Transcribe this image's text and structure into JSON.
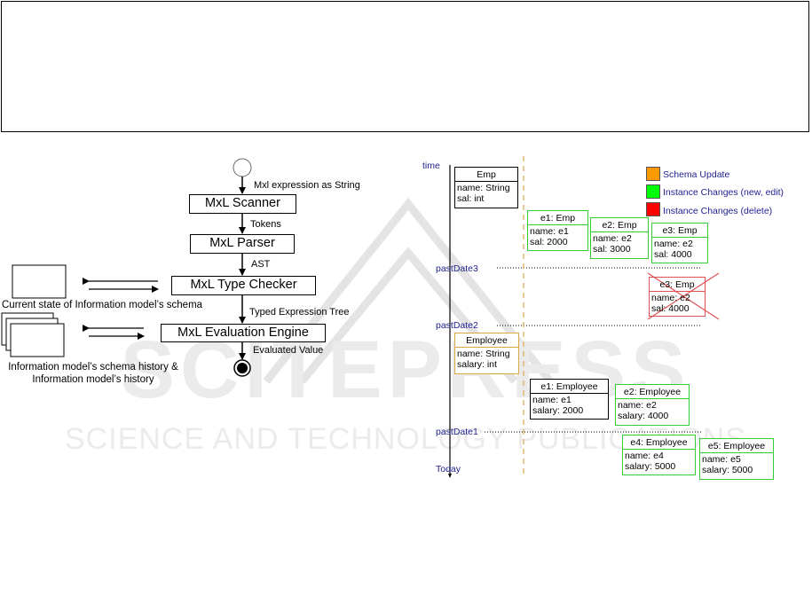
{
  "pipeline": {
    "input_label": "Mxl expression as String",
    "stages": [
      {
        "label": "MxL Scanner",
        "output": "Tokens"
      },
      {
        "label": "MxL Parser",
        "output": "AST"
      },
      {
        "label": "MxL Type Checker",
        "output": "Typed Expression Tree"
      },
      {
        "label": "MxL Evaluation Engine",
        "output": "Evaluated Value"
      }
    ],
    "schema_store_caption": "Current state of Information model’s schema",
    "history_store_caption_line1": "Information model’s schema history &",
    "history_store_caption_line2": "Information model’s history"
  },
  "timeline": {
    "axis_top_label": "time",
    "axis_bottom_label": "Today",
    "markers": [
      "pastDate3",
      "pastDate2",
      "pastDate1"
    ]
  },
  "legend": [
    {
      "label": "Schema Update",
      "color": "#ff9900"
    },
    {
      "label": "Instance Changes (new, edit)",
      "color": "#00ff00"
    },
    {
      "label": "Instance Changes (delete)",
      "color": "#ff0000"
    }
  ],
  "colors": {
    "schema": "#d9a845",
    "instance": "#33cc33",
    "deleted": "#e05050",
    "plain": "#000000"
  },
  "objects": {
    "emp_class": {
      "title": "Emp",
      "lines": [
        "name: String",
        "sal: int"
      ]
    },
    "e1_emp": {
      "title": "e1: Emp",
      "lines": [
        "name: e1",
        "sal: 2000"
      ]
    },
    "e2_emp": {
      "title": "e2: Emp",
      "lines": [
        "name: e2",
        "sal: 3000"
      ]
    },
    "e3_emp": {
      "title": "e3: Emp",
      "lines": [
        "name: e2",
        "sal: 4000"
      ]
    },
    "e3_deleted": {
      "title": "e3: Emp",
      "lines": [
        "name: e2",
        "sal: 4000"
      ]
    },
    "employee_class": {
      "title": "Employee",
      "lines": [
        "name: String",
        "salary: int"
      ]
    },
    "e1_employee": {
      "title": "e1: Employee",
      "lines": [
        "name: e1",
        "salary: 2000"
      ]
    },
    "e2_employee": {
      "title": "e2: Employee",
      "lines": [
        "name: e2",
        "salary: 4000"
      ]
    },
    "e4_employee": {
      "title": "e4: Employee",
      "lines": [
        "name: e4",
        "salary: 5000"
      ]
    },
    "e5_employee": {
      "title": "e5: Employee",
      "lines": [
        "name: e5",
        "salary: 5000"
      ]
    }
  },
  "watermark": {
    "line1": "SCITEPRESS",
    "line2": "SCIENCE AND TECHNOLOGY PUBLICATIONS"
  }
}
